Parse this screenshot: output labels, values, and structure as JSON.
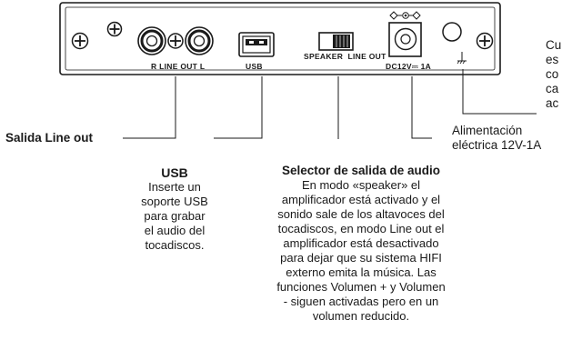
{
  "panel": {
    "r_line_out_l": "R LINE OUT L",
    "usb": "USB",
    "speaker_line_out": "SPEAKER  LINE OUT",
    "dc_label": "DC12V⎓ 1A"
  },
  "callouts": {
    "line_out": {
      "title": "Salida Line out"
    },
    "usb": {
      "title": "USB",
      "body": [
        "Inserte un",
        "soporte USB",
        "para grabar",
        "el audio del",
        "tocadiscos."
      ]
    },
    "selector": {
      "title": "Selector de salida de audio",
      "body": [
        "En modo «speaker» el",
        "amplificador está activado y el",
        "sonido sale de los altavoces del",
        "tocadiscos, en modo Line out el",
        "amplificador está desactivado",
        "para dejar que su sistema HIFI",
        "externo emita la música. Las",
        "funciones Volumen + y Volumen",
        "- siguen activadas pero en un",
        "volumen reducido."
      ]
    },
    "power": {
      "lines": [
        "Alimentación",
        "eléctrica 12V-1A"
      ]
    },
    "ground": {
      "lines": [
        "Cu",
        "es",
        "co",
        "ca",
        "ac"
      ]
    }
  }
}
